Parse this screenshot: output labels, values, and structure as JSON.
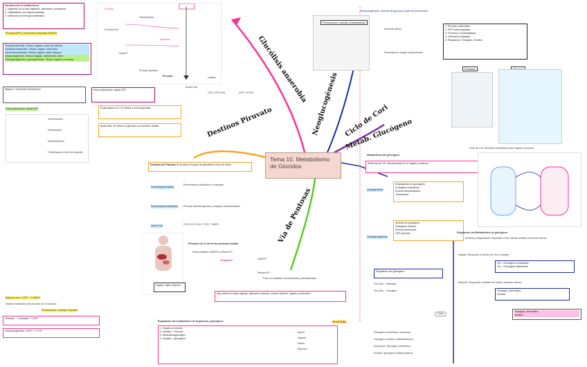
{
  "center": {
    "title": "Tema 10. Metabolismo de Glúcidos"
  },
  "branches": {
    "glucolisis": "Glucólisis anaerobia",
    "destinos": "Destinos Piruvato",
    "neoglucogenesis": "Neoglucogénesis",
    "cori": "Ciclo de Cori",
    "glucogeno": "Metab. Glucógeno",
    "pentosas": "Vía de Pentosas"
  },
  "top_left": {
    "intro_title": "Introducción al metabolismo",
    "intro_lines": [
      "1. Digestión en el tubo digestivo, absorción y transporte",
      "2. Catabolismo: de macromoléculas",
      "3. Obtención de energía metabólica"
    ],
    "intro_note": "Energía (ATP) y coenzimas reducidas (NADH)",
    "fases": [
      "Glucólisis aerobia: Citosol, hígado, todas las células",
      "Glucólisis anaerobia: Citosol, hígado, eritrocitos",
      "Vía de las pentosas: Citosol, hígado, tejido adiposo",
      "Gluconeogénesis: Citosol, hígado, mitocondria, riñón",
      "Glucogenogénesis y glucogenolisis: Citosol, hígado y músculo"
    ]
  },
  "glucolisis": {
    "enzymes": [
      "Glucosa",
      "Hexoquinasa",
      "Fructosa 6-P",
      "Aldolasa",
      "Triosa-P",
      "Piruvato quinasa"
    ],
    "fase_preparacion": "Fase preparación: ajuste ATP",
    "items": [
      "Isomerización",
      "Fosforilación",
      "Deshidratación",
      "Fosforilación a nivel de sustrato"
    ],
    "balance": "Balance: Glucólisis Fosforilación",
    "piruvato": "Piruvato",
    "lactato": "Lactato",
    "acetil": "Acetil-CoA",
    "ciclo": "CO2, GTP, FAD",
    "atp": "ATP + 6 H2O",
    "note1": "El glucógeno (G-1-P) inhibe a la hexoquinasa",
    "note2": "Anaerobia: se reduce la glucosa y se produce lactato"
  },
  "destinos": {
    "title": "Destinos del Piruvato",
    "desc": "Se produce al pasar de glucólisis a ciclo de Krebs",
    "items": [
      "Fermentación láctica",
      "Fermentación alcohólica",
      "Acetil-CoA"
    ],
    "fermentacion": "Fermentación alcohólica: Levaduras",
    "lactica": "Piruvato deshidrogenasa, complejo multienzimático",
    "acetil_note": "CH3-CO-S-CoA + CO2 + NADH"
  },
  "neoglucogenesis": {
    "title": "Gluconeogénesis",
    "desc": "Síntesis de glucosa a partir de precursores",
    "precursors": "Precursores: Lactato, Aminoácidos",
    "enzimas": "Enzimas claves",
    "items": [
      "1. Piruvato carboxilasa",
      "2. PEP carboxiquinasa",
      "3. Fructosa 1,6-bisfosfatasa",
      "4. Glucosa 6-fosfatasa",
      "5. Regulación: Glucagón, insulina"
    ],
    "fig1": "Fructosa",
    "fig2": "Glucosa"
  },
  "glucogeno": {
    "title": "Metabolismo del glucógeno",
    "storage": "Reservas de Glc. almacenadas en el hígado y músculo",
    "glucogenolisis": "Glucogenolisis",
    "glucogenolisis_desc": [
      "Degradación de glucógeno",
      "Glucógeno fosforilasa",
      "Enzima desramificante",
      "Transferasa"
    ],
    "glucogenogenesis": "Glucogenogénesis",
    "glucogenogenesis_desc": [
      "Síntesis de glucógeno",
      "Glucógeno sintasa",
      "Enzima ramificante",
      "UDP-glucosa"
    ],
    "cori_title": "Ciclo de Cori: Relación metabólica entre hígado y músculo",
    "regulacion": "Regulación del Metabolismo de glucógeno",
    "reg_desc": "Síntesis y degradación responden a las mismas señales de forma inversa",
    "higado": "Hígado: Responde a niveles de Glc en sangre",
    "musculo": "Músculo: Responde a señales de estrés, ejercicio intenso",
    "glucagon": "Glucagón, adrenalina",
    "insulina": "Insulina",
    "aumenta": "Glc ↑ Glucógeno aumentado",
    "disminuye": "Glc ↓ Glucógeno disminuido"
  },
  "pentosas": {
    "title": "Resumen de la vía de las pentosas fosfato",
    "oxidativa": "Fase oxidativa: NADPH y ribosa 5-P",
    "no_oxidativa": "Fase no oxidativa: transcetolasa y transaldolasa",
    "regulacion": "Regulación",
    "nadph": "NADPH",
    "ribosa": "Ribosa 5-P",
    "note": "Muy activa en tejido adiposo, glándula mamaria, corteza adrenal, hígado y eritrocitos",
    "organs": "Hígado, tejido adiposo"
  },
  "bottom_left": {
    "formula1": "Balance neto: 2 ATP + 2 NADH",
    "formula2": "Destino metabólico del piruvato en el músculo",
    "formula3": "Fermentación, Ictericia, Glúcidos",
    "box1": "Glucosa → 2 piruvato + 2 ATP",
    "box2": "Gluconeogénesis: 4 ATP + 2 GTP"
  },
  "bottom_center": {
    "title": "Regulación del metabolismo de la glucosa y glucógeno",
    "tag": "GLUCOSA",
    "items": [
      "1. Hígado y músculo",
      "2. Insulina ↓ Glucosa",
      "3. Adrenalina/glucagón",
      "4. Insulina ↑ glucógeno"
    ],
    "right": [
      "Ayuno",
      "Ingesta",
      "Estrés",
      "Ejercicio"
    ]
  },
  "bottom_right": {
    "title": "Regulación del glucógeno",
    "items": [
      "Glc (Glc) ↑ fisiología",
      "Glc (Glc) ↓ Glucagón"
    ],
    "ghost": "Fosfo",
    "lines": [
      "Glucógeno fosforilasa: hormonas",
      "Glucógeno sintasa: desfosforilación",
      "Hormonas: Glucagón, adrenalina",
      "Insulina: glucógeno sintasa (activa)"
    ]
  },
  "colors": {
    "pink": "#ff2e93",
    "orange": "#ffa21c",
    "green": "#55cc22",
    "purple": "#7b2c9b",
    "navy": "#1a2a9a",
    "magenta": "#e0007a"
  }
}
